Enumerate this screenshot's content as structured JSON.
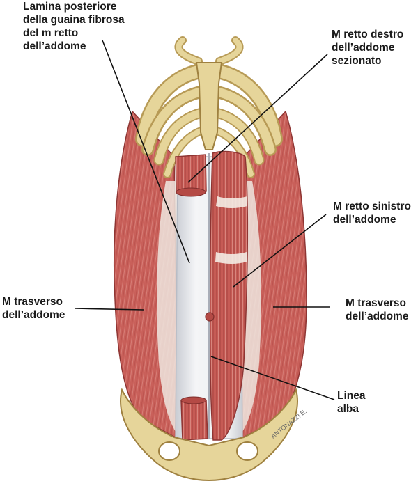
{
  "labels": {
    "posterior_sheath": "Lamina posteriore\ndella guaina fibrosa\ndel m retto\ndell’addome",
    "right_rectus_cut": "M retto destro\ndell’addome\nsezionato",
    "left_rectus": "M retto sinistro\ndell’addome",
    "transverse_left": "M trasverso\ndell’addome",
    "transverse_right": "M trasverso\ndell’addome",
    "linea_alba": "Linea\nalba"
  },
  "signature": "ANTONAZZI E.",
  "colors": {
    "bone": "#e6d59a",
    "bone_shadow": "#b79a55",
    "muscle": "#c9605a",
    "muscle_dark": "#a8423f",
    "muscle_light": "#e7a29a",
    "fascia": "#eef0f2",
    "fascia_shadow": "#c9ccd3",
    "tendon": "#f3ece4",
    "leader": "#111111"
  }
}
